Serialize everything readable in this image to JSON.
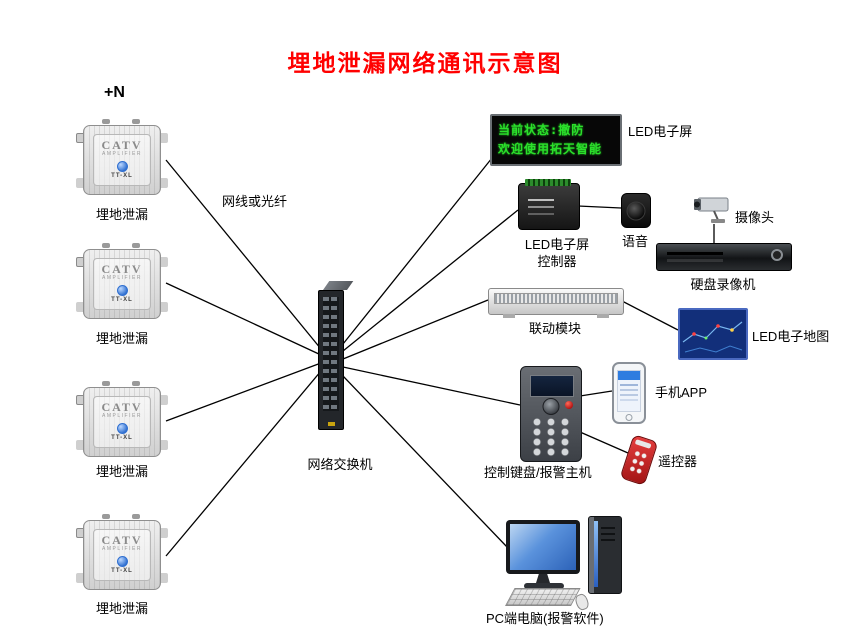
{
  "title": "埋地泄漏网络通讯示意图",
  "annotations": {
    "plus_n": "+N",
    "cable": "网线或光纤"
  },
  "amplifier": {
    "brand": "CATV",
    "sub": "AMPLIFIER",
    "model": "TT-XL"
  },
  "nodes": {
    "leak1": {
      "label": "埋地泄漏"
    },
    "leak2": {
      "label": "埋地泄漏"
    },
    "leak3": {
      "label": "埋地泄漏"
    },
    "leak4": {
      "label": "埋地泄漏"
    },
    "switch": {
      "label": "网络交换机"
    },
    "led_screen": {
      "label": "LED电子屏",
      "line1": "当前状态:撤防",
      "line2": "欢迎使用拓天智能"
    },
    "led_controller": {
      "label_line1": "LED电子屏",
      "label_line2": "控制器"
    },
    "voice": {
      "label": "语音"
    },
    "camera": {
      "label": "摄像头"
    },
    "dvr": {
      "label": "硬盘录像机"
    },
    "linkage": {
      "label": "联动模块"
    },
    "led_map": {
      "label": "LED电子地图"
    },
    "phone": {
      "label": "手机APP"
    },
    "keypad": {
      "label": "控制键盘/报警主机"
    },
    "remote": {
      "label": "遥控器"
    },
    "pc": {
      "label": "PC端电脑(报警软件)"
    }
  },
  "colors": {
    "title": "#ff0000",
    "led_text": "#2be02b",
    "map_panel": "#122f7a",
    "remote": "#c42020",
    "wire": "#000000"
  }
}
